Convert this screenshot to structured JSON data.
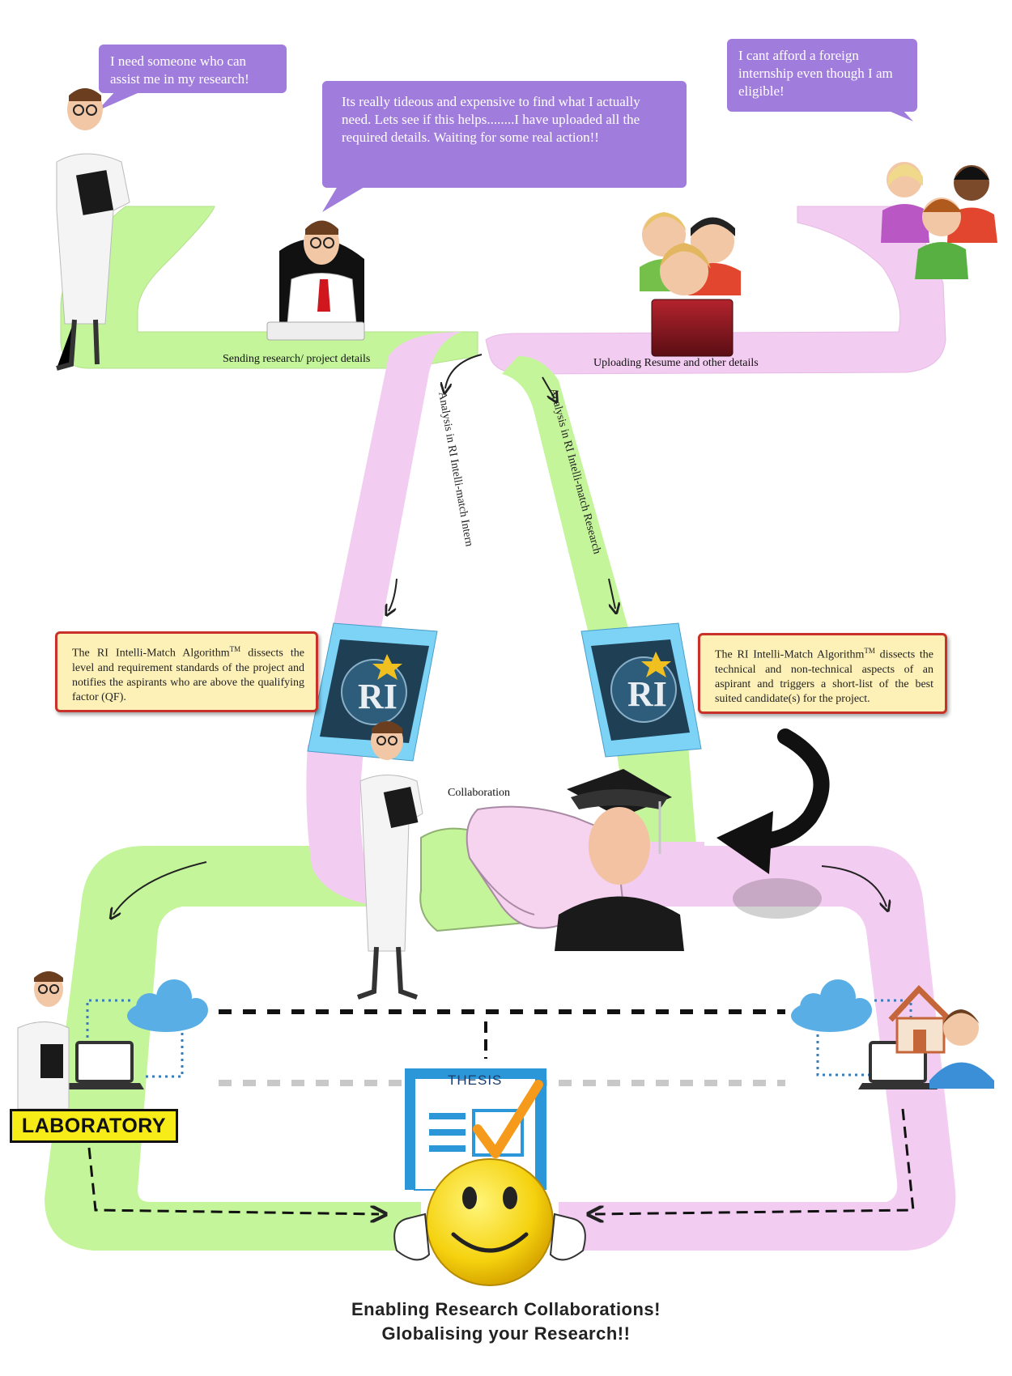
{
  "bubbles": {
    "researcher": "I need someone who can assist me in my research!",
    "center": "Its really tideous and expensive to find what I actually need. Lets see if this helps........I have uploaded all the required details.  Waiting for some real action!!",
    "students": "I cant afford a foreign internship even though I am eligible!"
  },
  "labels": {
    "sending": "Sending research/ project details",
    "uploading": "Uploading Resume and other details",
    "analysis_intern": "Analysis in RI Intelli-match Intern",
    "analysis_research": "Analysis in RI Intelli-match Research",
    "collaboration": "Collaboration",
    "laboratory": "LABORATORY",
    "thesis": "THESIS",
    "logo": "RI"
  },
  "info_left": {
    "prefix": "The RI Intelli-Match Algorithm",
    "tm": "TM",
    "body": " dissects the level and requirement standards of the project and notifies the aspirants who are above the qualifying factor (QF)."
  },
  "info_right": {
    "prefix": "The RI Intelli-Match Algorithm",
    "tm": "TM",
    "body": " dissects the technical and non-technical aspects of an aspirant and triggers a short-list of the best suited candidate(s) for the project."
  },
  "footer": {
    "line1": "Enabling Research Collaborations!",
    "line2": "Globalising your Research!!"
  },
  "colors": {
    "green_path": "#c4f59a",
    "pink_path": "#f3cdf1",
    "bubble": "#a07cdc",
    "info_bg": "#fdf1b8",
    "info_border": "#c8322a",
    "lab_yellow": "#f7ec18",
    "cube_blue": "#7dd3f5"
  },
  "icons": [
    "scientist-icon",
    "office-worker-icon",
    "student-group-icon",
    "ri-logo-cube-icon",
    "handshake-icon",
    "graduate-icon",
    "cloud-icon",
    "laptop-icon",
    "house-icon",
    "user-icon",
    "thesis-icon",
    "smiley-thumbs-up-icon",
    "curved-arrow-icon"
  ]
}
